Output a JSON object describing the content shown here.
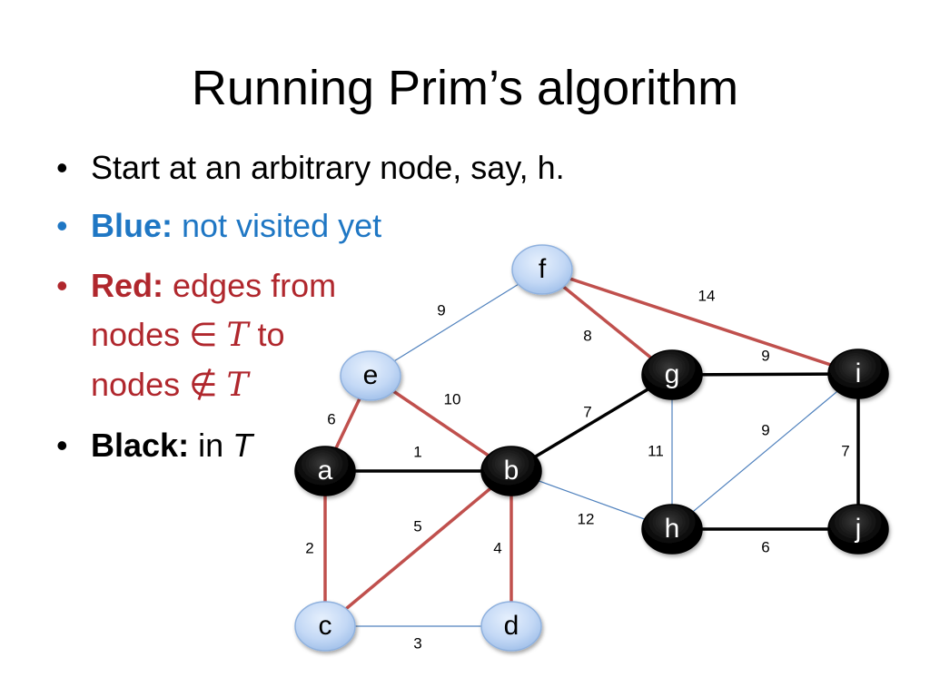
{
  "title": "Running Prim’s algorithm",
  "bullets": {
    "b1": {
      "marker": "•",
      "text": "Start at an arbitrary node, say, h."
    },
    "b2": {
      "marker": "•",
      "label": "Blue:",
      "text": " not visited yet"
    },
    "b3": {
      "marker": "•",
      "label": "Red:",
      "line1": " edges from",
      "l2_a": "nodes ",
      "l2_sym": "∈",
      "l2_T": "T",
      "l2_b": " to",
      "l3_a": "nodes ",
      "l3_sym": "∉",
      "l3_T": "T"
    },
    "b4": {
      "marker": "•",
      "label": "Black:",
      "text_a": " in ",
      "text_T": "T"
    }
  },
  "colors": {
    "blue_text": "#1f77c4",
    "red_text": "#b0272d",
    "red_edge": "#c0504d",
    "blue_edge": "#4f81bd",
    "black_edge": "#000000",
    "node_unvisited": "#c6dbf7",
    "node_visited": "#000000"
  },
  "graph": {
    "nodes": [
      {
        "id": "f",
        "state": "unvisited"
      },
      {
        "id": "e",
        "state": "unvisited"
      },
      {
        "id": "g",
        "state": "visited"
      },
      {
        "id": "i",
        "state": "visited"
      },
      {
        "id": "a",
        "state": "visited"
      },
      {
        "id": "b",
        "state": "visited"
      },
      {
        "id": "h",
        "state": "visited"
      },
      {
        "id": "j",
        "state": "visited"
      },
      {
        "id": "c",
        "state": "unvisited"
      },
      {
        "id": "d",
        "state": "unvisited"
      }
    ],
    "edges": [
      {
        "from": "e",
        "to": "f",
        "weight": "9",
        "state": "blue"
      },
      {
        "from": "f",
        "to": "g",
        "weight": "8",
        "state": "red"
      },
      {
        "from": "f",
        "to": "i",
        "weight": "14",
        "state": "red"
      },
      {
        "from": "e",
        "to": "b",
        "weight": "10",
        "state": "red"
      },
      {
        "from": "e",
        "to": "a",
        "weight": "6",
        "state": "red"
      },
      {
        "from": "g",
        "to": "i",
        "weight": "9",
        "state": "black"
      },
      {
        "from": "g",
        "to": "b",
        "weight": "7",
        "state": "black"
      },
      {
        "from": "g",
        "to": "h",
        "weight": "11",
        "state": "blue"
      },
      {
        "from": "i",
        "to": "h",
        "weight": "9",
        "state": "blue"
      },
      {
        "from": "i",
        "to": "j",
        "weight": "7",
        "state": "black"
      },
      {
        "from": "a",
        "to": "b",
        "weight": "1",
        "state": "black"
      },
      {
        "from": "b",
        "to": "h",
        "weight": "12",
        "state": "blue"
      },
      {
        "from": "h",
        "to": "j",
        "weight": "6",
        "state": "black"
      },
      {
        "from": "a",
        "to": "c",
        "weight": "2",
        "state": "red"
      },
      {
        "from": "b",
        "to": "c",
        "weight": "5",
        "state": "red"
      },
      {
        "from": "b",
        "to": "d",
        "weight": "4",
        "state": "red"
      },
      {
        "from": "c",
        "to": "d",
        "weight": "3",
        "state": "blue"
      }
    ]
  }
}
